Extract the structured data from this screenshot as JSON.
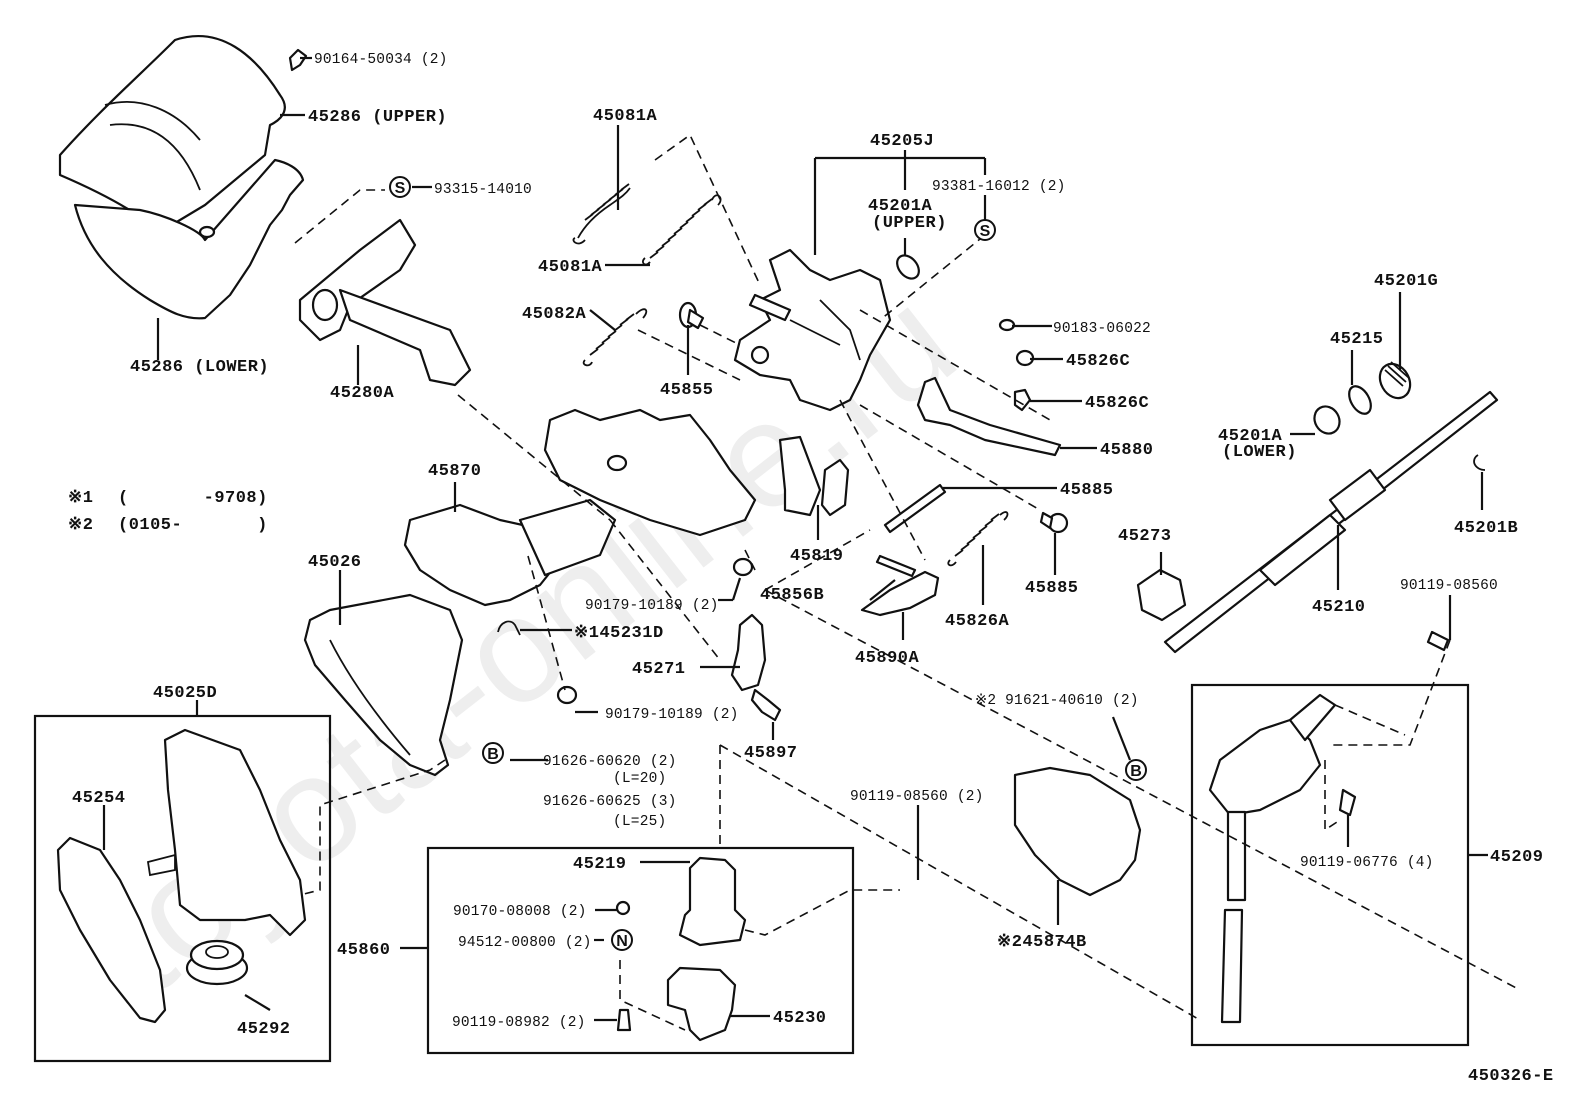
{
  "watermark": "toyota-online.ru",
  "diagram_id": "450326-E",
  "notes": [
    {
      "mark": "※1",
      "range": "(       -9708)"
    },
    {
      "mark": "※2",
      "range": "(0105-       )"
    }
  ],
  "callout_symbols": {
    "S": "S",
    "B": "B",
    "N": "N"
  },
  "labels": {
    "p90164": "90164-50034 (2)",
    "p45286u": "45286 (UPPER)",
    "p93315": "93315-14010",
    "p45286l": "45286 (LOWER)",
    "p45280a": "45280A",
    "p45081a_top": "45081A",
    "p45081a_mid": "45081A",
    "p45082a": "45082A",
    "p45855": "45855",
    "p45205j": "45205J",
    "p93381": "93381-16012 (2)",
    "p45201a_u": "45201A",
    "p45201a_u2": "(UPPER)",
    "p90183": "90183-06022",
    "p45826c_1": "45826C",
    "p45826c_2": "45826C",
    "p45880": "45880",
    "p45885_1": "45885",
    "p45885_2": "45885",
    "p45201g": "45201G",
    "p45215": "45215",
    "p45201a_l": "45201A",
    "p45201a_l2": "(LOWER)",
    "p45201b": "45201B",
    "p45273": "45273",
    "p45210": "45210",
    "p90119_08560_a": "90119-08560",
    "p45870": "45870",
    "p45026": "45026",
    "p45819": "45819",
    "p45856b": "45856B",
    "p45826a": "45826A",
    "p45890a": "45890A",
    "p90179_a": "90179-10189 (2)",
    "p145231d": "※145231D",
    "p45271": "45271",
    "p90179_b": "90179-10189 (2)",
    "p45897": "45897",
    "p91621": "※2 91621-40610 (2)",
    "p91626_a": "91626-60620 (2)",
    "p91626_a2": "(L=20)",
    "p91626_b": "91626-60625 (3)",
    "p91626_b2": "(L=25)",
    "p90119_08560_b": "90119-08560 (2)",
    "p45025d": "45025D",
    "p45254": "45254",
    "p45292": "45292",
    "p45219": "45219",
    "p90170": "90170-08008 (2)",
    "p94512": "94512-00800 (2)",
    "p45860": "45860",
    "p90119_08982": "90119-08982 (2)",
    "p45230": "45230",
    "p45874b": "※245874B",
    "p90119_06776": "90119-06776 (4)",
    "p45209": "45209"
  }
}
